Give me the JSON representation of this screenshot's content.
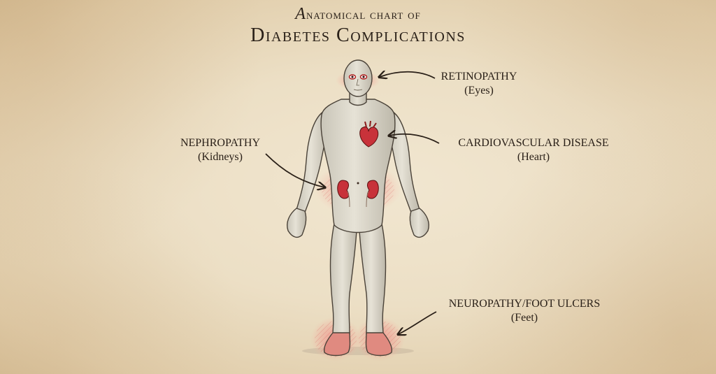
{
  "title": {
    "line1_initial": "A",
    "line1_rest": "natomical chart of",
    "line2": "Diabetes Complications"
  },
  "labels": [
    {
      "id": "retinopathy",
      "name": "RETINOPATHY",
      "organ": "(Eyes)"
    },
    {
      "id": "cardiovascular",
      "name": "CARDIOVASCULAR DISEASE",
      "organ": "(Heart)"
    },
    {
      "id": "nephropathy",
      "name": "NEPHROPATHY",
      "organ": "(Kidneys)"
    },
    {
      "id": "neuropathy",
      "name": "NEUROPATHY/FOOT ULCERS",
      "organ": "(Feet)"
    }
  ],
  "colors": {
    "background": "#ecdfc5",
    "ink": "#2a2018",
    "skin": "#d8d4c8",
    "highlight": "#e05050",
    "organ": "#c8323a"
  }
}
